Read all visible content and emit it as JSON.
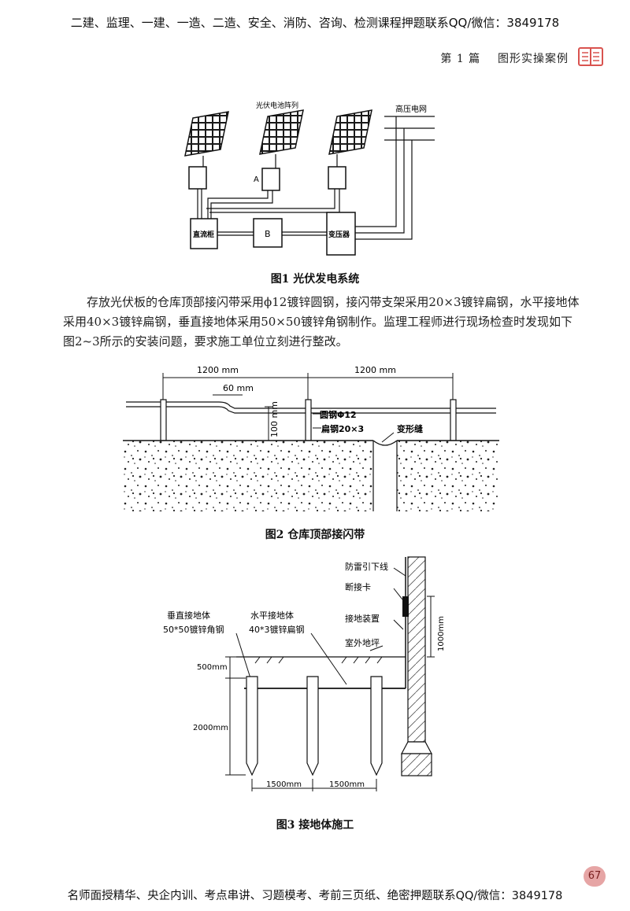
{
  "banner": {
    "top": "二建、监理、一建、一造、二造、安全、消防、咨询、检测课程押题联系QQ/微信：3849178"
  },
  "header": {
    "chapter": "第 1 篇",
    "section": "图形实操案例"
  },
  "fig1": {
    "array_label": "光伏电池阵列",
    "grid_label": "高压电网",
    "label_a": "A",
    "dc_cabinet": "直流柜",
    "box_b": "B",
    "transformer": "变压器",
    "caption": "图1 光伏发电系统"
  },
  "paragraph": "存放光伏板的仓库顶部接闪带采用ϕ12镀锌圆钢，接闪带支架采用20×3镀锌扁钢，水平接地体采用40×3镀锌扁钢，垂直接地体采用50×50镀锌角钢制作。监理工程师进行现场检查时发现如下图2~3所示的安装问题，要求施工单位立刻进行整改。",
  "fig2": {
    "dim_left": "1200 mm",
    "dim_right": "1200 mm",
    "dim_60": "60 mm",
    "dim_100": "100 mm",
    "round_steel": "圆钢Φ12",
    "flat_steel": "扁钢20×3",
    "expansion_joint": "变形缝",
    "caption": "图2 仓库顶部接闪带"
  },
  "fig3": {
    "down_conductor": "防雷引下线",
    "test_clamp": "断接卡",
    "grounding_device": "接地装置",
    "outdoor_ground": "室外地坪",
    "vertical_title": "垂直接地体",
    "vertical_spec": "50*50镀锌角钢",
    "horizontal_title": "水平接地体",
    "horizontal_spec": "40*3镀锌扁钢",
    "dim_500": "500mm",
    "dim_2000": "2000mm",
    "dim_1000": "1000mm",
    "dim_1500a": "1500mm",
    "dim_1500b": "1500mm",
    "caption": "图3 接地体施工"
  },
  "page_number": "67",
  "footer": {
    "text": "名师面授精华、央企内训、考点串讲、习题模考、考前三页纸、绝密押题联系QQ/微信：3849178"
  },
  "colors": {
    "accent": "#d9534f",
    "page_badge": "#e6a5a5",
    "watermark": "#e8b3b3"
  }
}
